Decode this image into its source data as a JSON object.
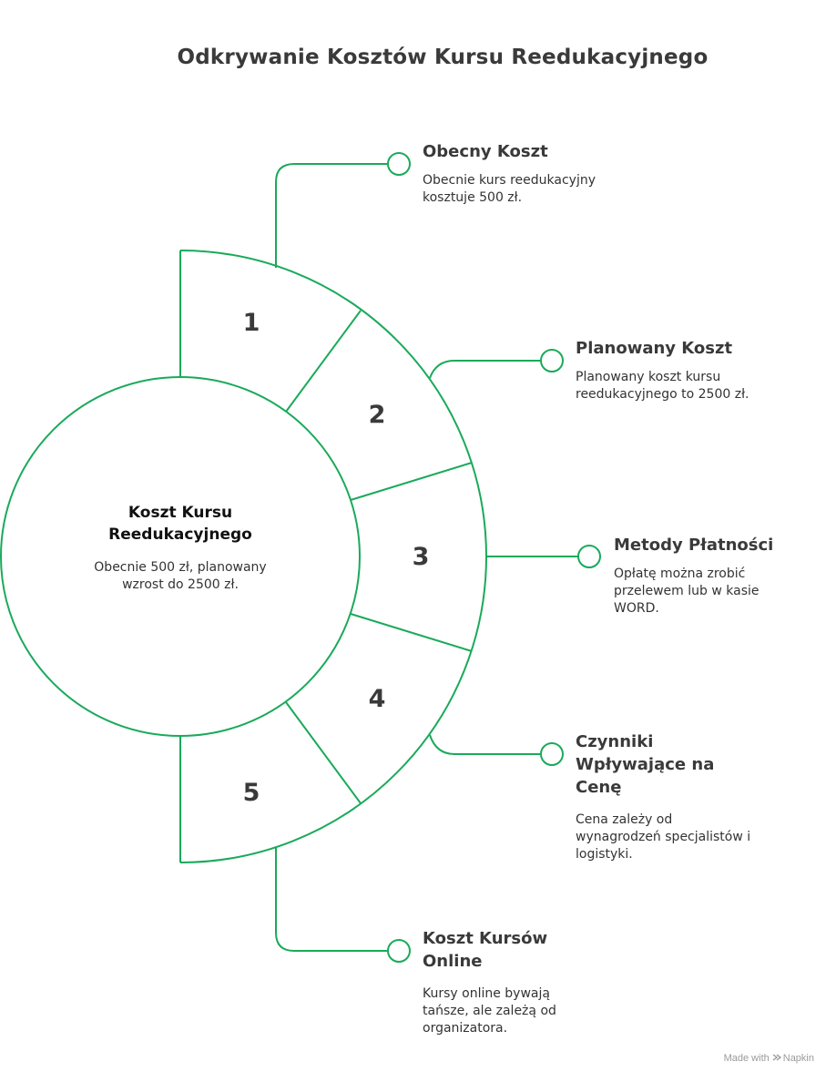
{
  "title": "Odkrywanie Kosztów Kursu Reedukacyjnego",
  "center": {
    "title": "Koszt Kursu Reedukacyjnego",
    "description": "Obecnie 500 zł, planowany wzrost do 2500 zł."
  },
  "segments": [
    "1",
    "2",
    "3",
    "4",
    "5"
  ],
  "items": [
    {
      "title": "Obecny Koszt",
      "description": "Obecnie kurs reedukacyjny kosztuje 500 zł."
    },
    {
      "title": "Planowany Koszt",
      "description": "Planowany koszt kursu reedukacyjnego to 2500 zł."
    },
    {
      "title": "Metody Płatności",
      "description": "Opłatę można zrobić przelewem lub w kasie WORD."
    },
    {
      "title": "Czynniki Wpływające na Cenę",
      "description": "Cena zależy od wynagrodzeń specjalistów i logistyki."
    },
    {
      "title": "Koszt Kursów Online",
      "description": "Kursy online bywają tańsze, ale zależą od organizatora."
    }
  ],
  "footer": {
    "made_with": "Made with",
    "brand": "Napkin"
  },
  "colors": {
    "accent": "#1aaa5a",
    "text": "#3a3a3a"
  }
}
